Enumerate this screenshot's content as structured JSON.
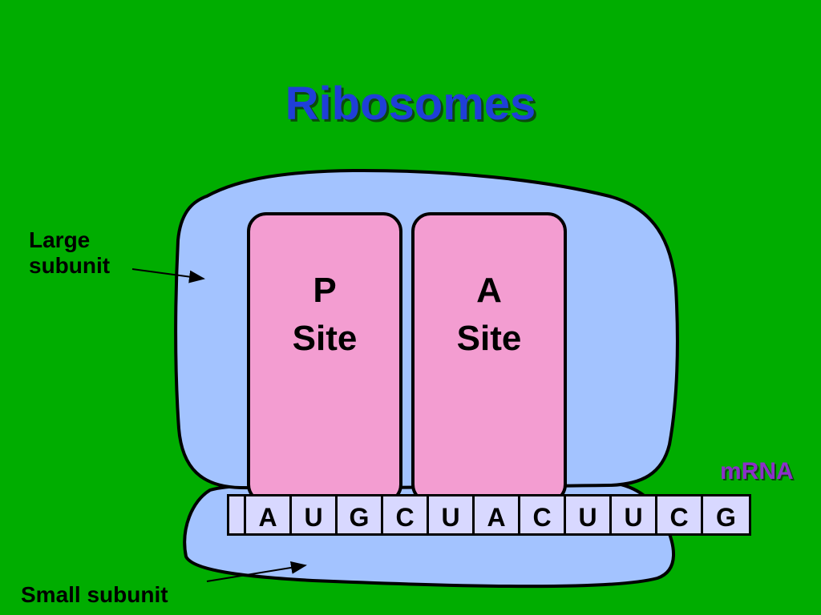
{
  "title": "Ribosomes",
  "labels": {
    "large_subunit": [
      "Large",
      "subunit"
    ],
    "small_subunit": "Small subunit",
    "mrna": "mRNA"
  },
  "sites": {
    "p": [
      "P",
      "Site"
    ],
    "a": [
      "A",
      "Site"
    ]
  },
  "nucleotides": [
    "A",
    "U",
    "G",
    "C",
    "U",
    "A",
    "C",
    "U",
    "U",
    "C",
    "G"
  ],
  "colors": {
    "background": "#00ad00",
    "subunit": "#a3c3ff",
    "site": "#f39dd1",
    "mrna_box": "#d8d8ff",
    "title": "#1f3fd8",
    "mrna_label": "#8b2fc9"
  }
}
